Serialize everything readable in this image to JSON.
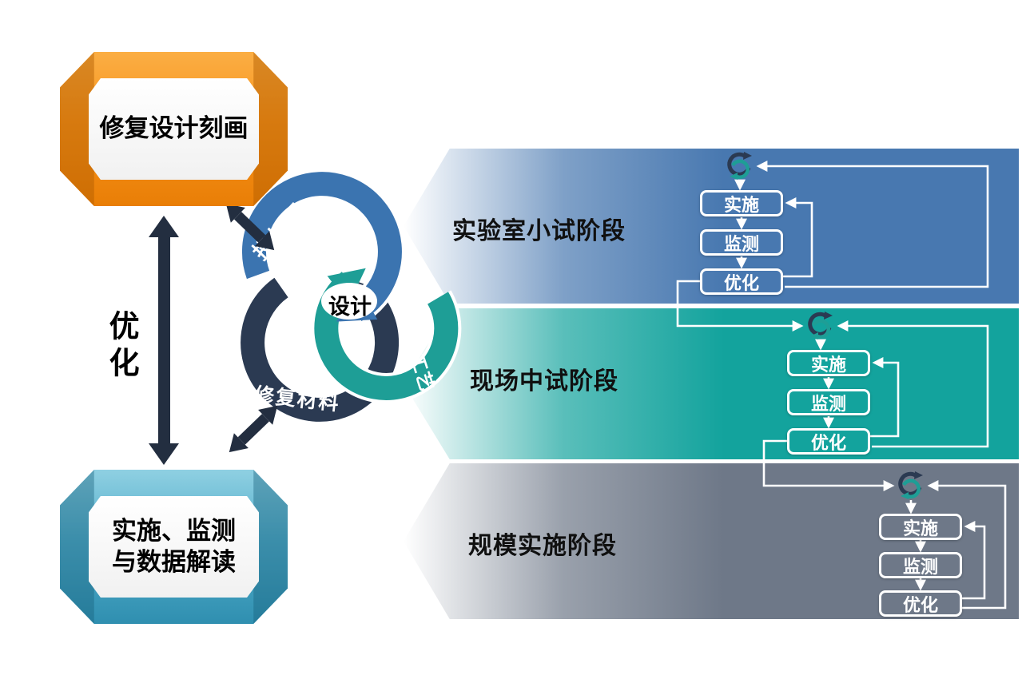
{
  "banners": {
    "top": {
      "label": "修复设计刻画",
      "color": "#F7941D"
    },
    "bottom": {
      "line1": "实施、监测",
      "line2": "与数据解读",
      "color": "#55AECB"
    }
  },
  "left": {
    "optimize": "优化"
  },
  "cycle": {
    "center": "设计",
    "labels": {
      "dosage": "投加量",
      "process": "施工工艺",
      "material": "修复材料"
    },
    "colors": {
      "dosage": "#3B74B0",
      "process": "#1E9E96",
      "material": "#2B3A52"
    }
  },
  "stages": [
    {
      "label": "实验室小试阶段",
      "color": "#4878B0",
      "steps": [
        "实施",
        "监测",
        "优化"
      ]
    },
    {
      "label": "现场中试阶段",
      "color": "#13A39D",
      "steps": [
        "实施",
        "监测",
        "优化"
      ]
    },
    {
      "label": "规模实施阶段",
      "color": "#6E7888",
      "steps": [
        "实施",
        "监测",
        "优化"
      ]
    }
  ],
  "icons": {
    "cycle_icon": "sync-cycle",
    "double_arrow": "double-headed-arrow"
  }
}
